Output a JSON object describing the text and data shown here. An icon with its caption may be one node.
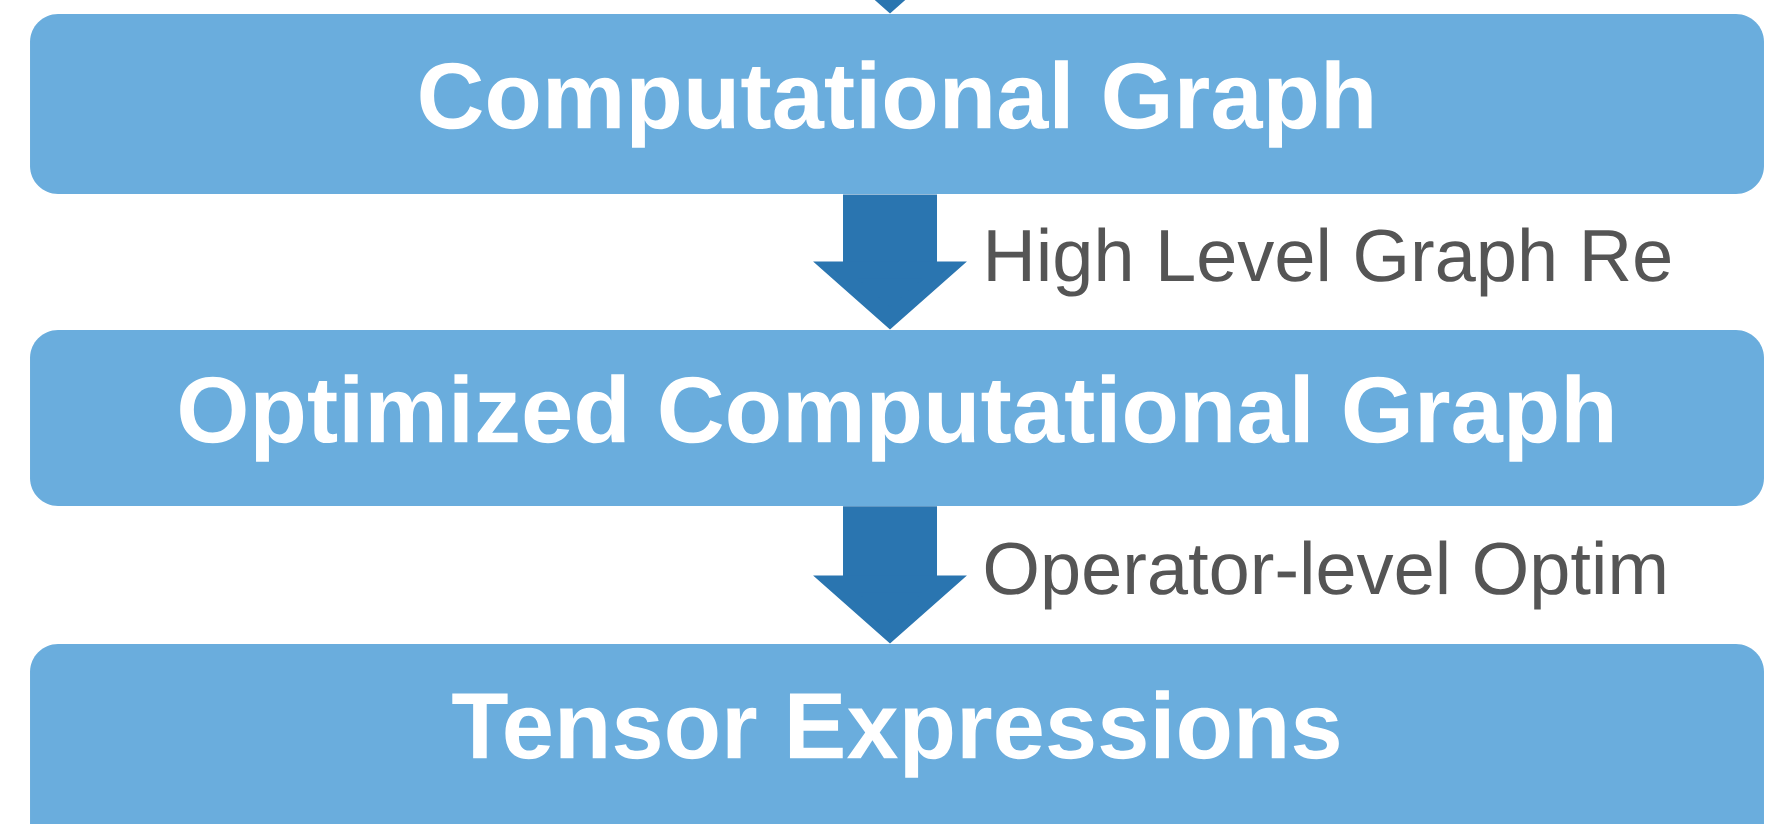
{
  "diagram": {
    "nodes": [
      {
        "text": [
          "Computational Graph"
        ]
      },
      {
        "text": [
          "Optimized Computational Graph"
        ]
      },
      {
        "text": [
          "Tensor Expressions"
        ]
      }
    ],
    "edges": [
      {
        "from": null,
        "to": 0,
        "arrow": "to"
      },
      {
        "from": 0,
        "to": 1,
        "arrow": "to",
        "label": "High Level Graph Re"
      },
      {
        "from": 1,
        "to": 2,
        "arrow": "to",
        "label": "Operator-level Optim"
      }
    ]
  }
}
